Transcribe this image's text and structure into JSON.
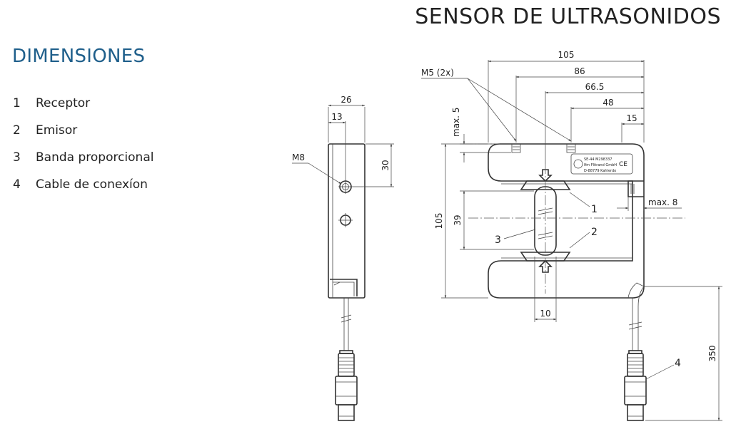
{
  "title": "SENSOR DE ULTRASONIDOS",
  "section_title": "DIMENSIONES",
  "legend": [
    {
      "num": "1",
      "label": "Receptor"
    },
    {
      "num": "2",
      "label": "Emisor"
    },
    {
      "num": "3",
      "label": "Banda proporcional"
    },
    {
      "num": "4",
      "label": "Cable de conexíon"
    }
  ],
  "side_view": {
    "dim_width": "26",
    "dim_hole": "13",
    "dim_height": "30",
    "thread": "M8"
  },
  "front_view": {
    "dim_105": "105",
    "dim_86": "86",
    "dim_66_5": "66.5",
    "dim_48": "48",
    "dim_15": "15",
    "screws": "M5 (2x)",
    "max5": "max. 5",
    "max8": "max. 8",
    "dim_height": "105",
    "dim_gap": "39",
    "dim_beam": "10",
    "dim_cable": "350",
    "callout_1": "1",
    "callout_2": "2",
    "callout_3": "3",
    "callout_4": "4",
    "label_lines": [
      "SE-44 M298337",
      "Ifm Flitrand GmbH",
      "D-88779 Kahlerdo"
    ]
  }
}
